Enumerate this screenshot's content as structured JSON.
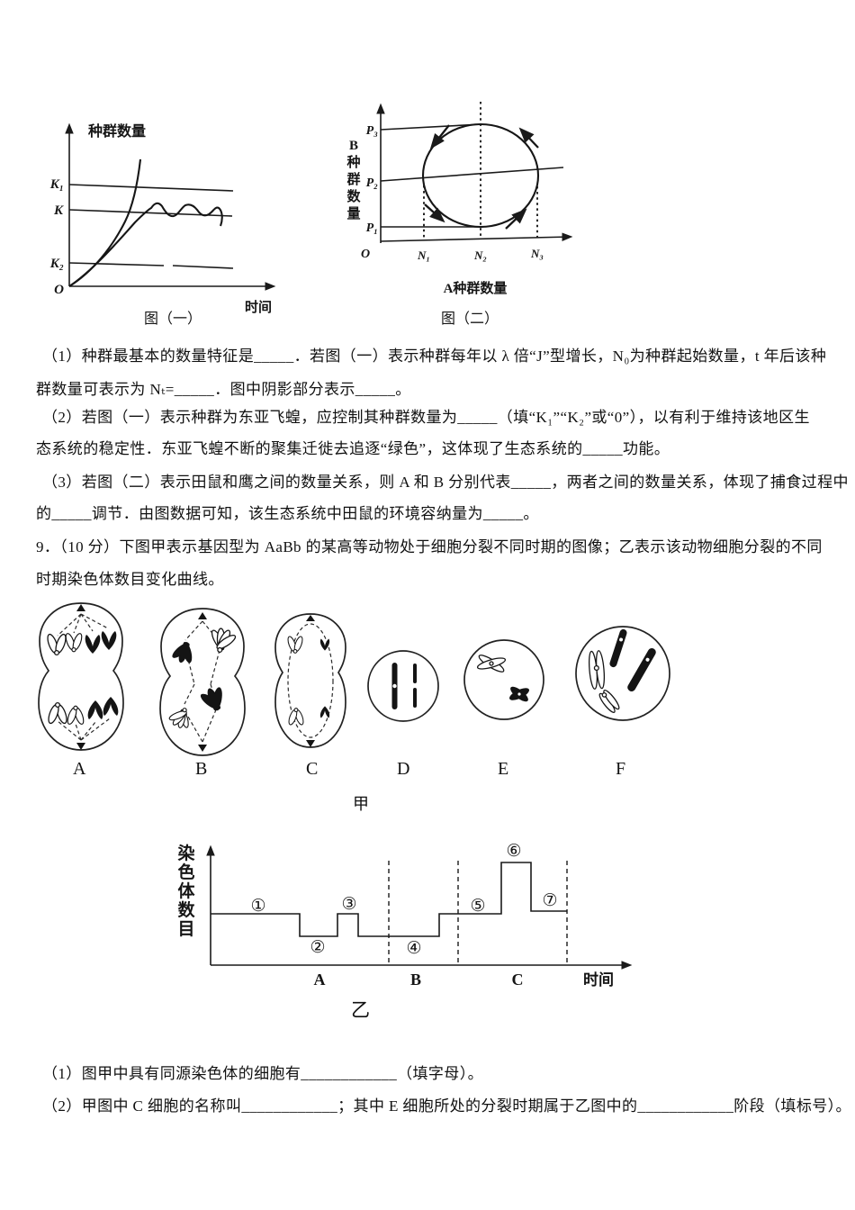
{
  "fig1": {
    "ylabel": "种群数量",
    "k1": "K₁",
    "k": "K",
    "k2": "K₂",
    "o": "O",
    "xlabel": "时间",
    "caption": "图（一）"
  },
  "fig2": {
    "ylabel_chars": [
      "B",
      "种",
      "群",
      "数",
      "量"
    ],
    "p3": "P₃",
    "p2": "P₂",
    "p1": "P₁",
    "o": "O",
    "n1": "N₁",
    "n2": "N₂",
    "n3": "N₃",
    "xlabel": "A种群数量",
    "caption": "图（二）"
  },
  "questions": {
    "q8_1_l1": "（1）种群最基本的数量特征是_____．若图（一）表示种群每年以 λ 倍“J”型增长，N₀为种群起始数量，t 年后该种",
    "q8_1_l2": "群数量可表示为 Nₜ=_____．图中阴影部分表示_____。",
    "q8_2_l1": "（2）若图（一）表示种群为东亚飞蝗，应控制其种群数量为_____（填“K₁”“K₂”或“0”），以有利于维持该地区生",
    "q8_2_l2": "态系统的稳定性．东亚飞蝗不断的聚集迁徙去追逐“绿色”，这体现了生态系统的_____功能。",
    "q8_3_l1": "（3）若图（二）表示田鼠和鹰之间的数量关系，则 A 和 B 分别代表_____，两者之间的数量关系，体现了捕食过程中",
    "q8_3_l2": "的_____调节．由图数据可知，该生态系统中田鼠的环境容纳量为_____。",
    "q9_l1": "9．（10 分）下图甲表示基因型为 AaBb 的某高等动物处于细胞分裂不同时期的图像；乙表示该动物细胞分裂的不同",
    "q9_l2": "时期染色体数目变化曲线。",
    "q9_1": "（1）图甲中具有同源染色体的细胞有____________（填字母）。",
    "q9_2": "（2）甲图中 C 细胞的名称叫____________；其中 E 细胞所处的分裂时期属于乙图中的____________阶段（填标号）。"
  },
  "cells": {
    "labels": [
      "A",
      "B",
      "C",
      "D",
      "E",
      "F"
    ],
    "caption": "甲"
  },
  "fig3": {
    "ylabel_chars": [
      "染",
      "色",
      "体",
      "数",
      "目"
    ],
    "marks": [
      "①",
      "②",
      "③",
      "④",
      "⑤",
      "⑥",
      "⑦"
    ],
    "phases": [
      "A",
      "B",
      "C"
    ],
    "xlabel": "时间",
    "caption": "乙"
  },
  "chart_data": [
    {
      "id": "fig1-population-growth",
      "type": "line",
      "title": "图（一）",
      "xlabel": "时间",
      "ylabel": "种群数量",
      "series": [
        {
          "name": "J型增长曲线",
          "shape": "指数上升，超过K₁后继续陡升"
        },
        {
          "name": "S型增长曲线",
          "shape": "逻辑斯谛增长，达到K后在K值上下波动"
        }
      ],
      "reference_lines": [
        {
          "label": "K₁",
          "level": "高"
        },
        {
          "label": "K",
          "level": "中（S曲线渐近值）"
        },
        {
          "label": "K₂",
          "level": "低（虚线）"
        }
      ],
      "origin": "O",
      "grid": false,
      "legend": "none"
    },
    {
      "id": "fig2-predator-prey-cycle",
      "type": "scatter",
      "title": "图（二）",
      "xlabel": "A种群数量",
      "ylabel": "B种群数量",
      "x_ticks": [
        "N₁",
        "N₂",
        "N₃"
      ],
      "y_ticks": [
        "P₁",
        "P₂",
        "P₃"
      ],
      "shape": "闭合环（圆形轨线），箭头沿逆时针方向；圆顶切于P₃（x=N₂），圆底切于P₁（x=N₂），左右切于x=N₁与x=N₃（y≈P₂）",
      "origin": "O",
      "grid": false
    },
    {
      "id": "fig3-chromosome-number-steps",
      "type": "line",
      "title": "乙",
      "xlabel": "时间",
      "ylabel": "染色体数目",
      "phases": [
        "A",
        "B",
        "C"
      ],
      "segments": [
        {
          "mark": "①",
          "relative_level": 2,
          "phase": "A"
        },
        {
          "mark": "②",
          "relative_level": 1,
          "phase": "A"
        },
        {
          "mark": "③",
          "relative_level": 2,
          "phase": "A"
        },
        {
          "mark": "④",
          "relative_level": 1,
          "phase": "B"
        },
        {
          "mark": "⑤",
          "relative_level": 2,
          "phase": "C"
        },
        {
          "mark": "⑥",
          "relative_level": 4,
          "phase": "C"
        },
        {
          "mark": "⑦",
          "relative_level": 2,
          "phase": "C"
        },
        {
          "note": "相对水平以 n 为单位：2n→n→2n→n→2n→4n→2n，阶段间以竖直虚线分隔"
        }
      ]
    }
  ]
}
